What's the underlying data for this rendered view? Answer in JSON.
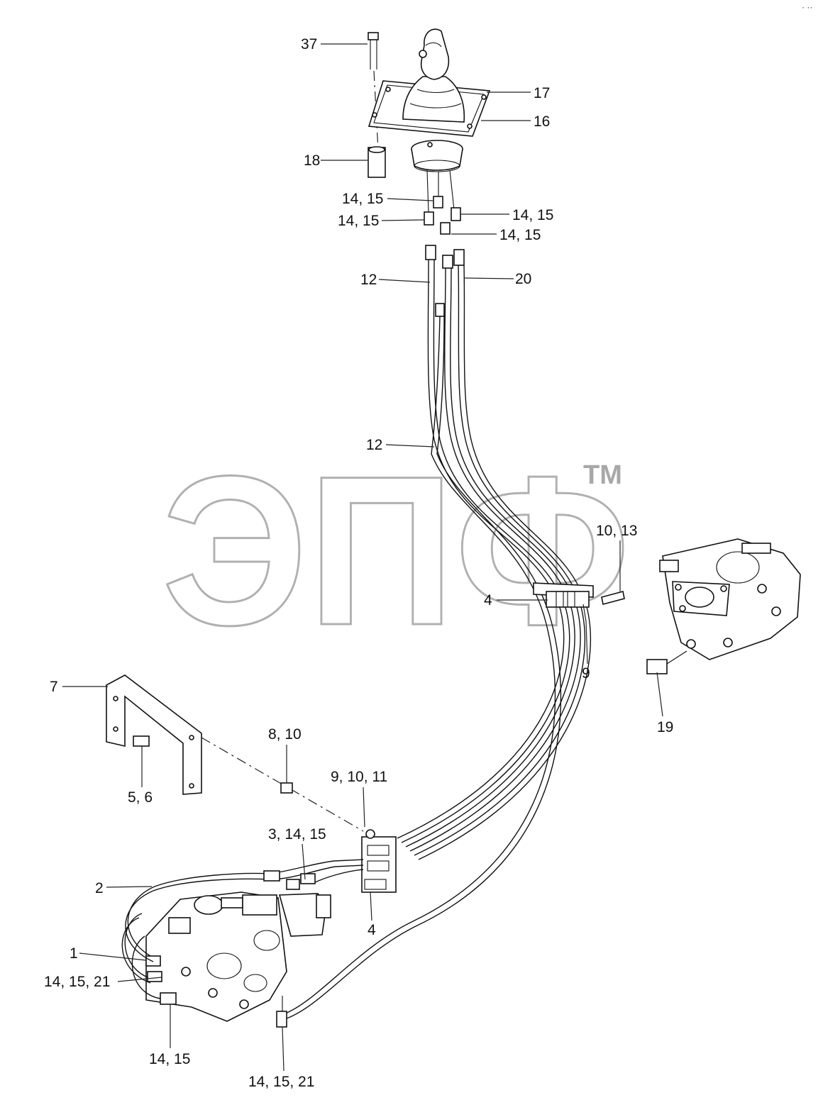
{
  "watermark": {
    "text": "ЭПФ",
    "tm": "TM"
  },
  "corner_mark": "· ··",
  "callouts": [
    {
      "id": "c37",
      "text": "37"
    },
    {
      "id": "c17",
      "text": "17"
    },
    {
      "id": "c16",
      "text": "16"
    },
    {
      "id": "c18",
      "text": "18"
    },
    {
      "id": "c1415a",
      "text": "14, 15"
    },
    {
      "id": "c1415b",
      "text": "14, 15"
    },
    {
      "id": "c1415c",
      "text": "14, 15"
    },
    {
      "id": "c1415d",
      "text": "14, 15"
    },
    {
      "id": "c12a",
      "text": "12"
    },
    {
      "id": "c20",
      "text": "20"
    },
    {
      "id": "c12b",
      "text": "12"
    },
    {
      "id": "c1013",
      "text": "10, 13"
    },
    {
      "id": "c4a",
      "text": "4"
    },
    {
      "id": "c9",
      "text": "9"
    },
    {
      "id": "c19",
      "text": "19"
    },
    {
      "id": "c7",
      "text": "7"
    },
    {
      "id": "c810",
      "text": "8, 10"
    },
    {
      "id": "c56",
      "text": "5, 6"
    },
    {
      "id": "c91011",
      "text": "9, 10, 11"
    },
    {
      "id": "c31415",
      "text": "3, 14, 15"
    },
    {
      "id": "c2",
      "text": "2"
    },
    {
      "id": "c4b",
      "text": "4"
    },
    {
      "id": "c1",
      "text": "1"
    },
    {
      "id": "c141521a",
      "text": "14, 15, 21"
    },
    {
      "id": "c1415e",
      "text": "14, 15"
    },
    {
      "id": "c141521b",
      "text": "14, 15, 21"
    }
  ]
}
